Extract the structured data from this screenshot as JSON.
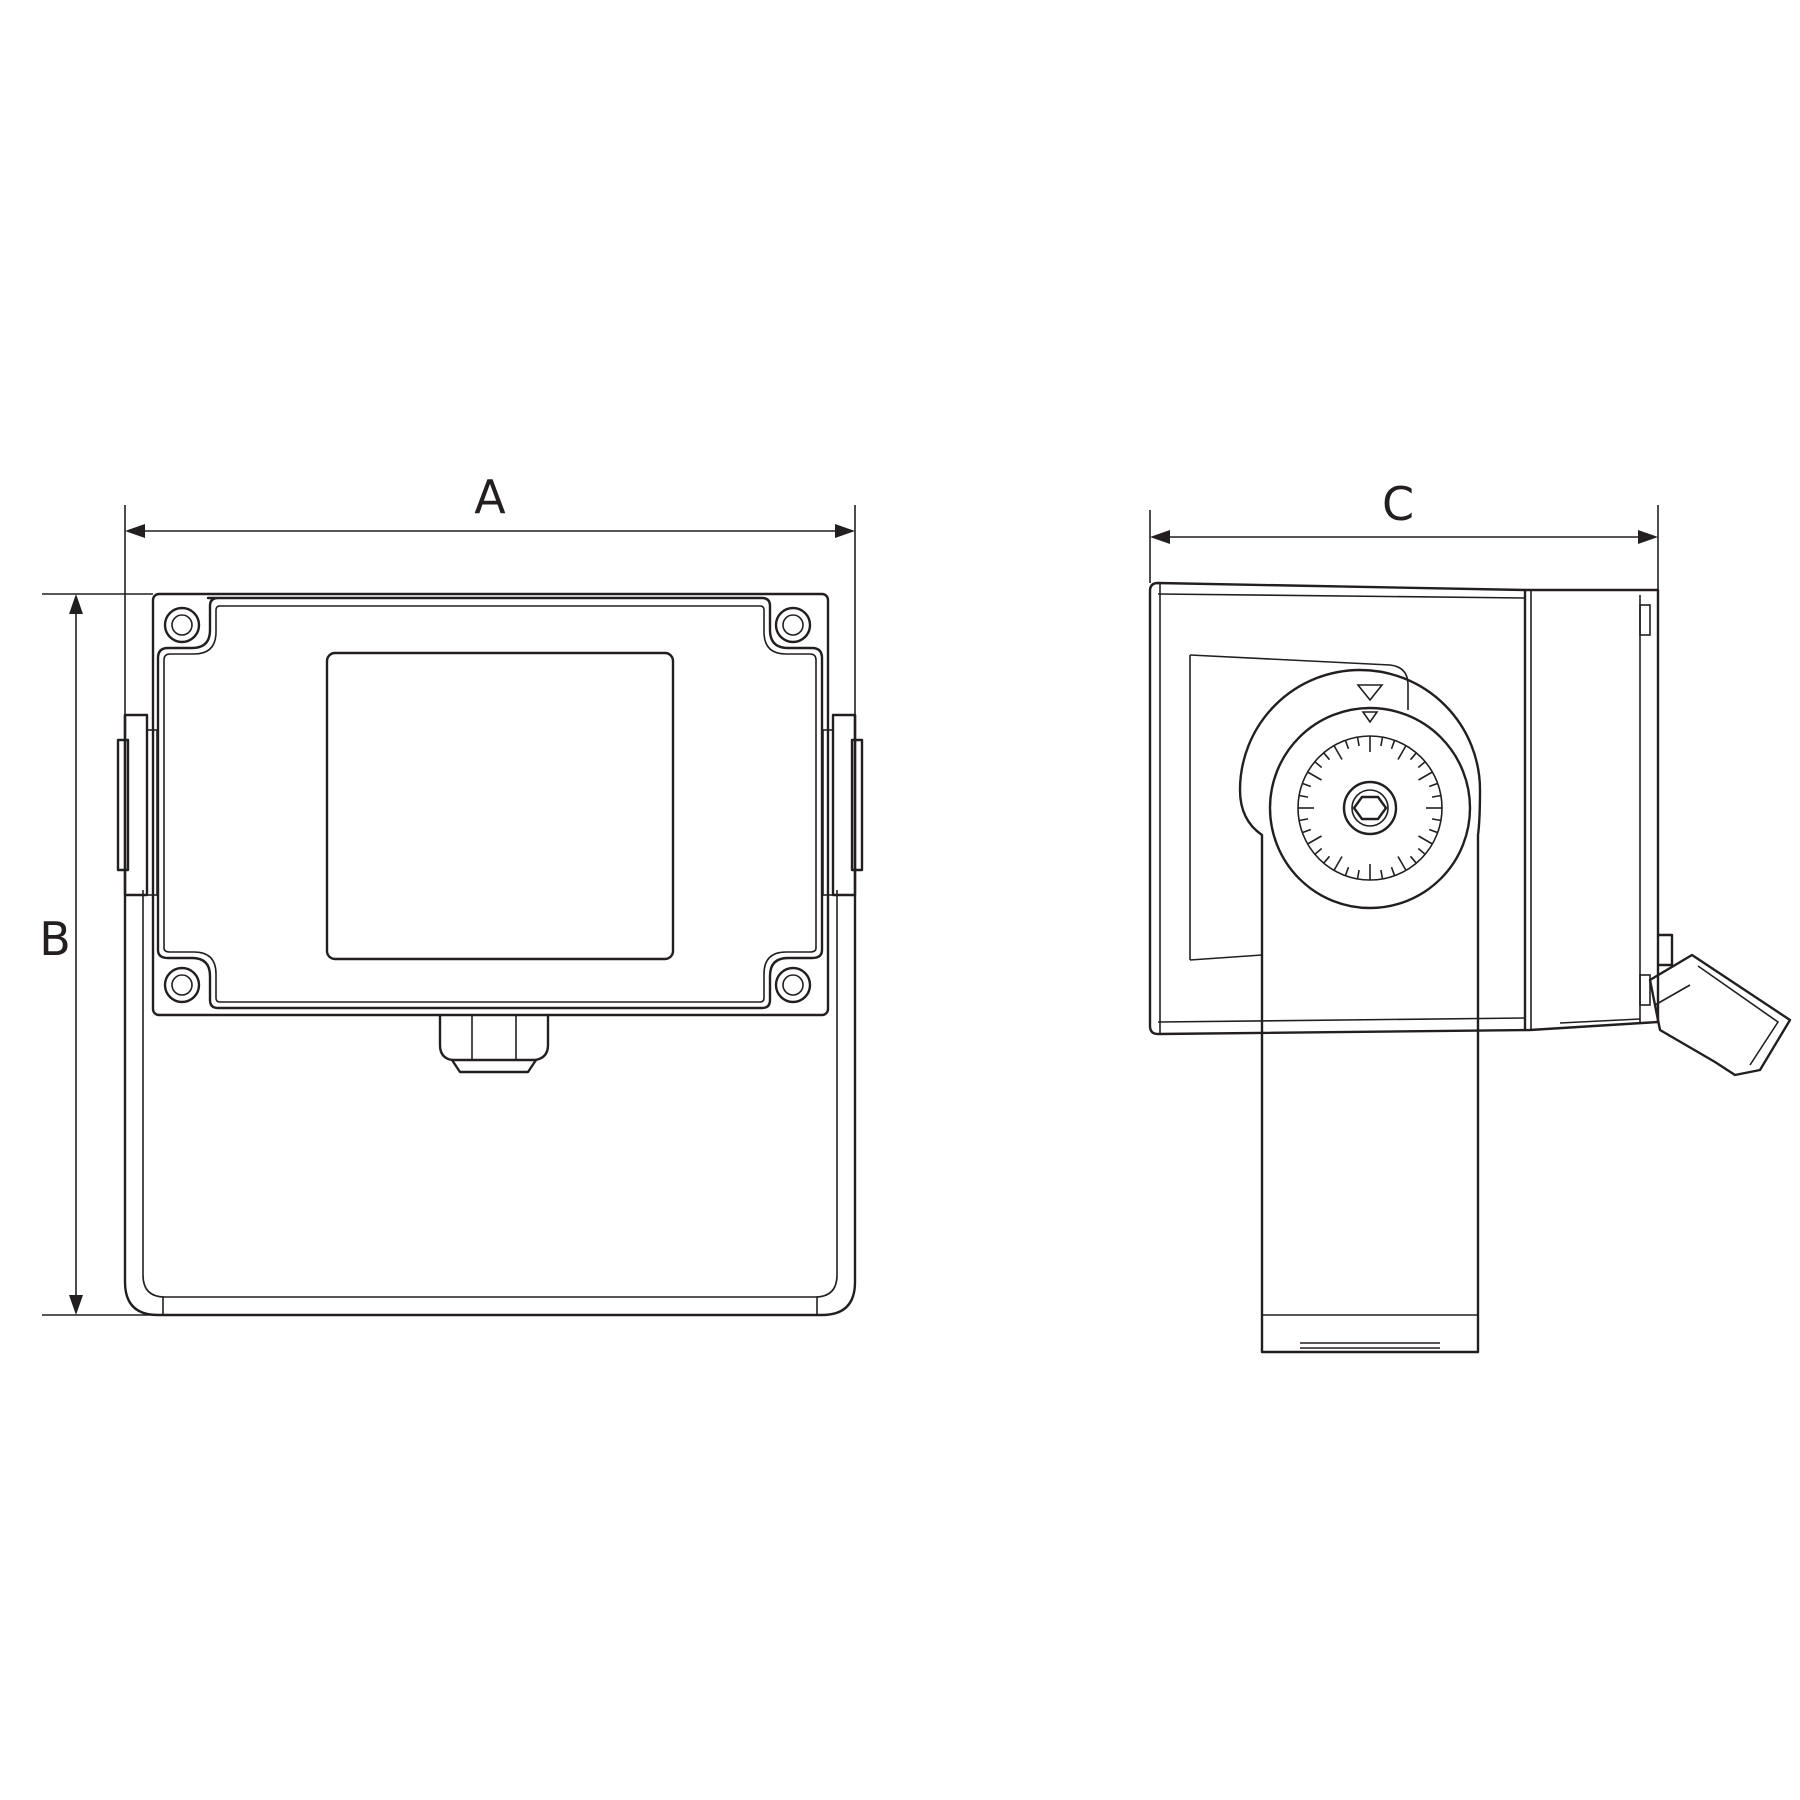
{
  "dimensions": {
    "width_label": "A",
    "height_label": "B",
    "depth_label": "C"
  },
  "colors": {
    "line": "#231f20",
    "background": "#ffffff"
  }
}
